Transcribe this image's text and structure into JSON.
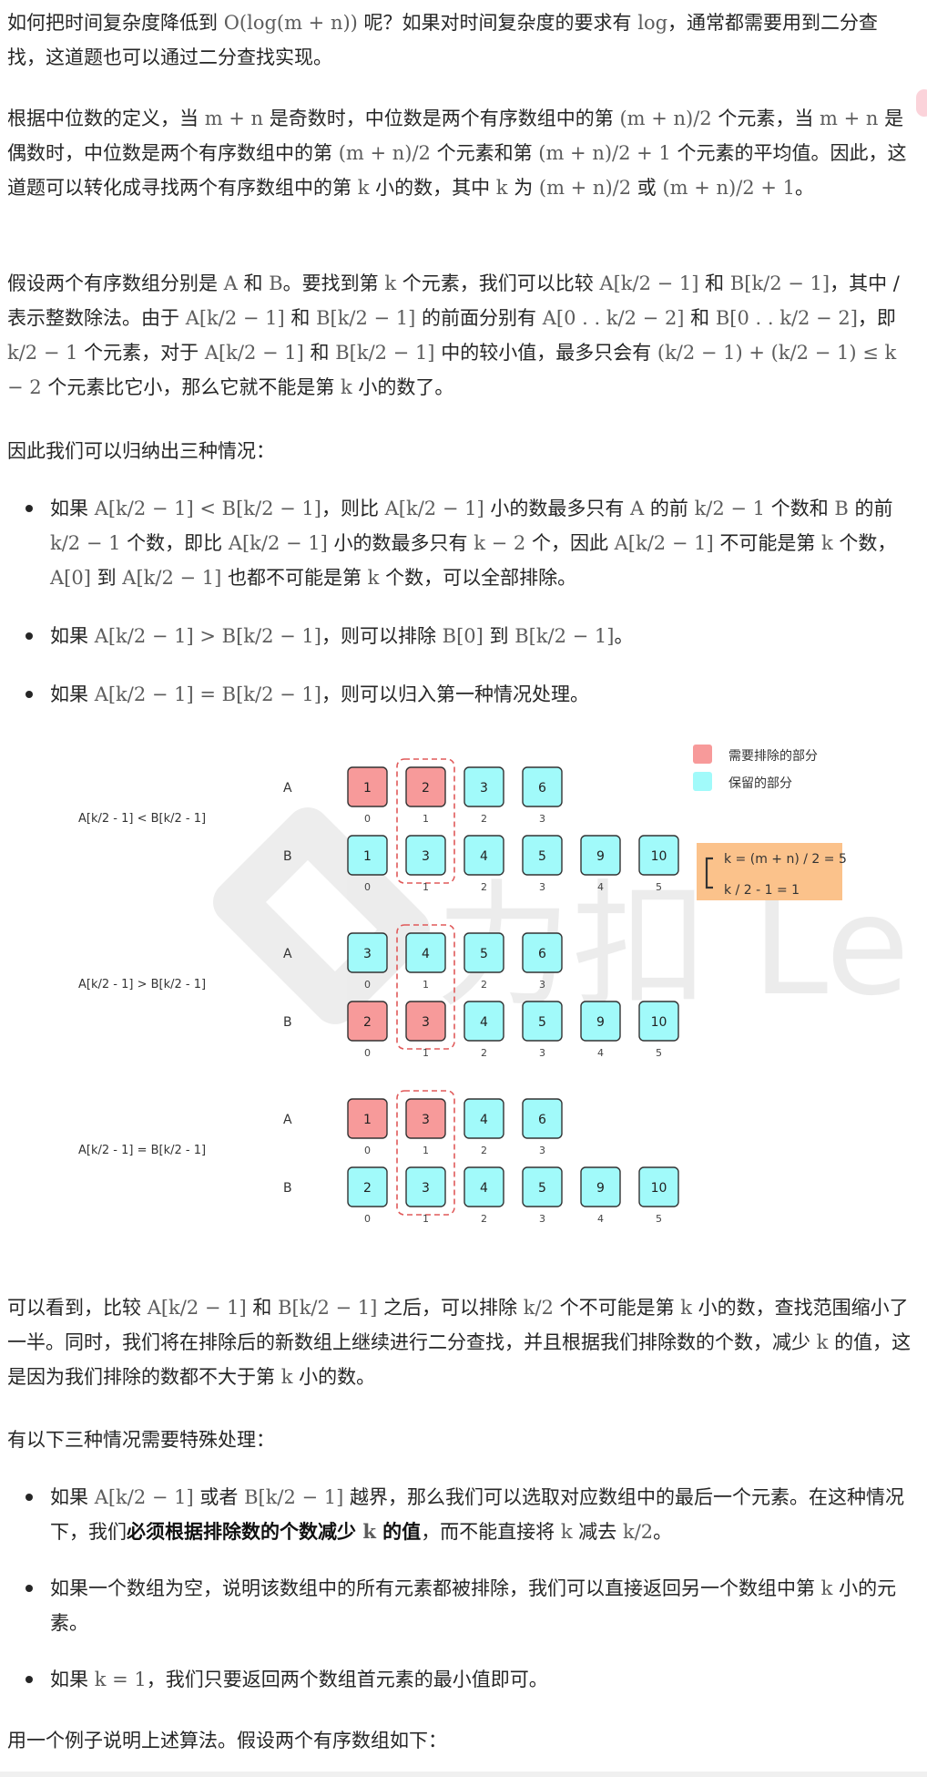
{
  "para1": {
    "t1": "如何把时间复杂度降低到 ",
    "m1": "O(log(m + n))",
    "t2": " 呢？如果对时间复杂度的要求有 ",
    "m2": "log",
    "t3": "，通常都需要用到二分查找，这道题也可以通过二分查找实现。"
  },
  "para2": {
    "t1": "根据中位数的定义，当 ",
    "m1": "m + n",
    "t2": " 是奇数时，中位数是两个有序数组中的第 ",
    "m2": "(m + n)/2",
    "t3": " 个元素，当 ",
    "m3": "m + n",
    "t4": " 是偶数时，中位数是两个有序数组中的第 ",
    "m4": "(m + n)/2",
    "t5": " 个元素和第 ",
    "m5": "(m + n)/2 + 1",
    "t6": " 个元素的平均值。因此，这道题可以转化成寻找两个有序数组中的第 ",
    "m6": "k",
    "t7": " 小的数，其中 ",
    "m7": "k",
    "t8": " 为 ",
    "m8": "(m + n)/2",
    "t9": " 或 ",
    "m9": "(m + n)/2 + 1",
    "t10": "。"
  },
  "para3": {
    "t1": "假设两个有序数组分别是 ",
    "m1": "A",
    "t2": " 和 ",
    "m2": "B",
    "t3": "。要找到第 ",
    "m3": "k",
    "t4": " 个元素，我们可以比较 ",
    "m4": "A[k/2 − 1]",
    "t5": " 和 ",
    "m5": "B[k/2 − 1]",
    "t6": "，其中 / 表示整数除法。由于 ",
    "m6": "A[k/2 − 1]",
    "t7": " 和 ",
    "m7": "B[k/2 − 1]",
    "t8": " 的前面分别有 ",
    "m8": "A[0 . . k/2 − 2]",
    "t9": " 和 ",
    "m9": "B[0 . . k/2 − 2]",
    "t10": "，即 ",
    "m10": "k/2 − 1",
    "t11": " 个元素，对于 ",
    "m11": "A[k/2 − 1]",
    "t12": " 和 ",
    "m12": "B[k/2 − 1]",
    "t13": " 中的较小值，最多只会有 ",
    "m13": "(k/2 − 1) + (k/2 − 1) ≤ k − 2",
    "t14": " 个元素比它小，那么它就不能是第 ",
    "m14": "k",
    "t15": " 小的数了。"
  },
  "para4": {
    "text": "因此我们可以归纳出三种情况："
  },
  "list1": {
    "item1": {
      "t1": "如果 ",
      "m1": "A[k/2 − 1] < B[k/2 − 1]",
      "t2": "，则比 ",
      "m2": "A[k/2 − 1]",
      "t3": " 小的数最多只有 ",
      "m3": "A",
      "t4": " 的前 ",
      "m4": "k/2 − 1",
      "t5": " 个数和 ",
      "m5": "B",
      "t6": " 的前 ",
      "m6": "k/2 − 1",
      "t7": " 个数，即比 ",
      "m7": "A[k/2 − 1]",
      "t8": " 小的数最多只有 ",
      "m8": "k − 2",
      "t9": " 个，因此 ",
      "m9": "A[k/2 − 1]",
      "t10": " 不可能是第 ",
      "m10": "k",
      "t11": " 个数，",
      "m11": "A[0]",
      "t12": " 到 ",
      "m12": "A[k/2 − 1]",
      "t13": " 也都不可能是第 ",
      "m13": "k",
      "t14": " 个数，可以全部排除。"
    },
    "item2": {
      "t1": "如果 ",
      "m1": "A[k/2 − 1] > B[k/2 − 1]",
      "t2": "，则可以排除 ",
      "m2": "B[0]",
      "t3": " 到 ",
      "m3": "B[k/2 − 1]",
      "t4": "。"
    },
    "item3": {
      "t1": "如果 ",
      "m1": "A[k/2 − 1] = B[k/2 − 1]",
      "t2": "，则可以归入第一种情况处理。"
    }
  },
  "diagram": {
    "legend": {
      "remove": "需要排除的部分",
      "keep": "保留的部分"
    },
    "formula": {
      "line1": "k = (m + n) / 2 = 5",
      "line2": "k / 2 - 1 = 1"
    },
    "watermark": "力扣 LeetCode",
    "colors": {
      "remove": "#f79a9a",
      "keep": "#a1fafa",
      "formula_bg": "#fbc28b",
      "dash": "#e05a5a"
    },
    "rows": [
      {
        "label": "A[k/2 - 1] < B[k/2 - 1]",
        "A": {
          "name": "A",
          "values": [
            "1",
            "2",
            "3",
            "6"
          ],
          "removed": [
            0,
            1
          ],
          "indices": [
            "0",
            "1",
            "2",
            "3"
          ]
        },
        "B": {
          "name": "B",
          "values": [
            "1",
            "3",
            "4",
            "5",
            "9",
            "10"
          ],
          "removed": [],
          "indices": [
            "0",
            "1",
            "2",
            "3",
            "4",
            "5"
          ]
        }
      },
      {
        "label": "A[k/2 - 1] > B[k/2 - 1]",
        "A": {
          "name": "A",
          "values": [
            "3",
            "4",
            "5",
            "6"
          ],
          "removed": [],
          "indices": [
            "0",
            "1",
            "2",
            "3"
          ]
        },
        "B": {
          "name": "B",
          "values": [
            "2",
            "3",
            "4",
            "5",
            "9",
            "10"
          ],
          "removed": [
            0,
            1
          ],
          "indices": [
            "0",
            "1",
            "2",
            "3",
            "4",
            "5"
          ]
        }
      },
      {
        "label": "A[k/2 - 1] = B[k/2 - 1]",
        "A": {
          "name": "A",
          "values": [
            "1",
            "3",
            "4",
            "6"
          ],
          "removed": [
            0,
            1
          ],
          "indices": [
            "0",
            "1",
            "2",
            "3"
          ]
        },
        "B": {
          "name": "B",
          "values": [
            "2",
            "3",
            "4",
            "5",
            "9",
            "10"
          ],
          "removed": [],
          "indices": [
            "0",
            "1",
            "2",
            "3",
            "4",
            "5"
          ]
        }
      }
    ]
  },
  "para5": {
    "t1": "可以看到，比较 ",
    "m1": "A[k/2 − 1]",
    "t2": " 和 ",
    "m2": "B[k/2 − 1]",
    "t3": " 之后，可以排除 ",
    "m3": "k/2",
    "t4": " 个不可能是第 ",
    "m4": "k",
    "t5": " 小的数，查找范围缩小了一半。同时，我们将在排除后的新数组上继续进行二分查找，并且根据我们排除数的个数，减少 ",
    "m5": "k",
    "t6": " 的值，这是因为我们排除的数都不大于第 ",
    "m6": "k",
    "t7": " 小的数。"
  },
  "para6": {
    "text": "有以下三种情况需要特殊处理："
  },
  "list2": {
    "item1": {
      "t1": "如果 ",
      "m1": "A[k/2 − 1]",
      "t2": " 或者 ",
      "m2": "B[k/2 − 1]",
      "t3": " 越界，那么我们可以选取对应数组中的最后一个元素。在这种情况下，我们",
      "b1": "必须根据排除数的个数减少 ",
      "bm1": "k",
      "b2": " 的值",
      "t4": "，而不能直接将 ",
      "m3": "k",
      "t5": " 减去 ",
      "m4": "k/2",
      "t6": "。"
    },
    "item2": {
      "t1": "如果一个数组为空，说明该数组中的所有元素都被排除，我们可以直接返回另一个数组中第 ",
      "m1": "k",
      "t2": " 小的元素。"
    },
    "item3": {
      "t1": "如果 ",
      "m1": "k = 1",
      "t2": "，我们只要返回两个数组首元素的最小值即可。"
    }
  },
  "para7": {
    "text": "用一个例子说明上述算法。假设两个有序数组如下："
  }
}
